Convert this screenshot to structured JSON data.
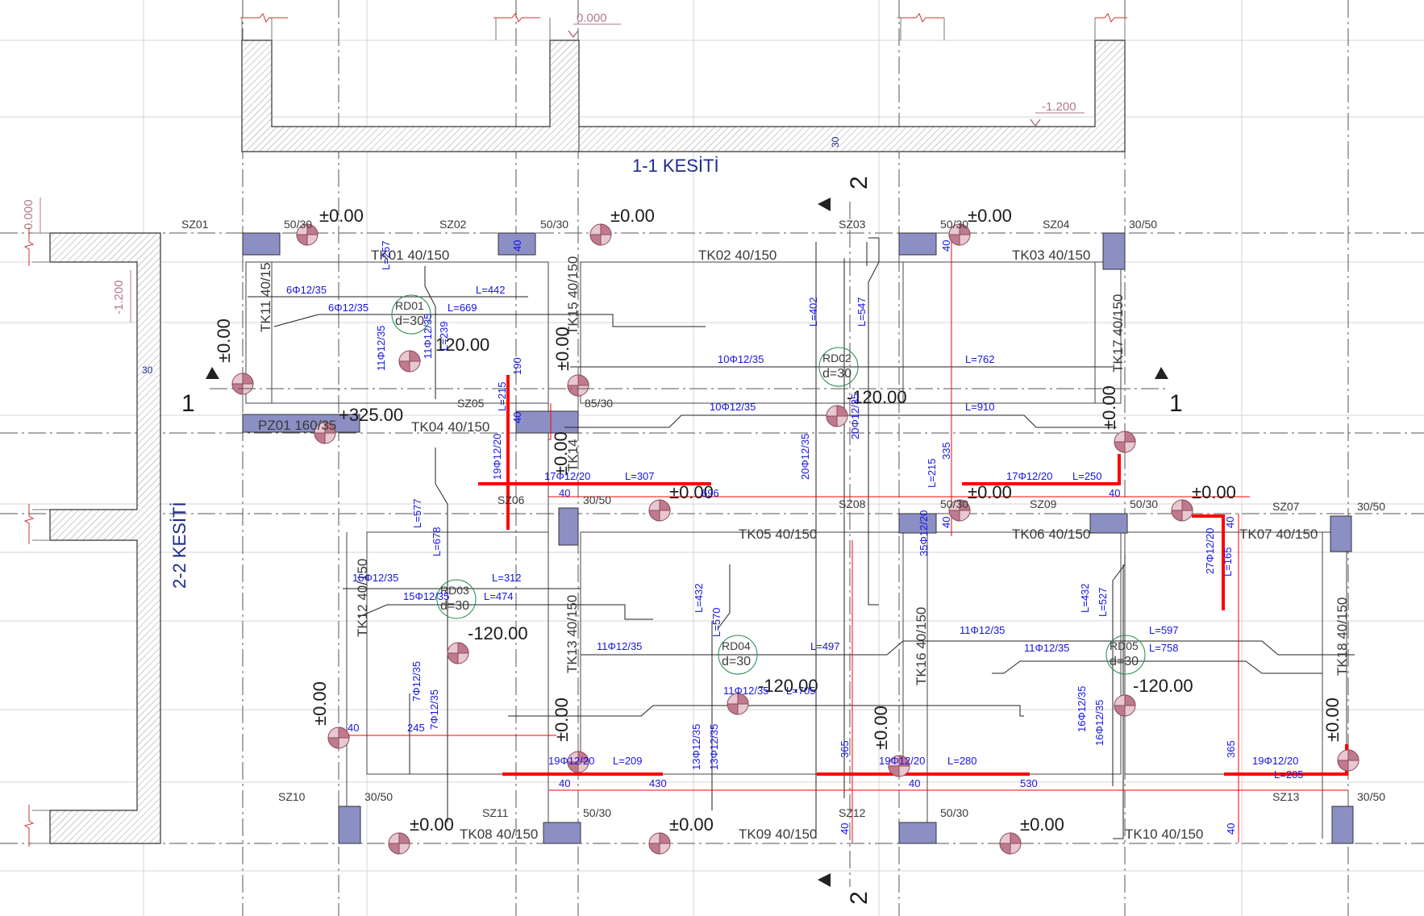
{
  "drawing": {
    "section_1_title": "1-1 KESİTİ",
    "section_2_title": "2-2 KESİTİ",
    "section_marks": {
      "s1": "1",
      "s2": "2"
    },
    "colors": {
      "beam": "#8b8fc4",
      "concrete_hatch": "#c8c8c8",
      "rebar": "#1414e6",
      "bar_highlight": "#ff0000",
      "elevation_mark": "#b07a86",
      "grid": "#cfcfcf",
      "text": "#1a1a1a"
    },
    "elevations": {
      "zero": "0.000",
      "pit": "-1.200"
    },
    "section_dims": {
      "wall_thickness": "30"
    },
    "columns": [
      {
        "id": "SZ01",
        "size": "50/30"
      },
      {
        "id": "SZ02",
        "size": "50/30"
      },
      {
        "id": "SZ03",
        "size": "50/30"
      },
      {
        "id": "SZ04",
        "size": "30/50"
      },
      {
        "id": "SZ05",
        "size": "85/30"
      },
      {
        "id": "SZ06",
        "size": "30/50"
      },
      {
        "id": "SZ08",
        "size": "50/30"
      },
      {
        "id": "SZ09",
        "size": "50/30"
      },
      {
        "id": "SZ07",
        "size": "30/50"
      },
      {
        "id": "SZ10",
        "size": "30/50"
      },
      {
        "id": "SZ11",
        "size": "50/30"
      },
      {
        "id": "SZ12",
        "size": "50/30"
      },
      {
        "id": "SZ13",
        "size": "30/50"
      }
    ],
    "beams": {
      "TK01": "TK01 40/150",
      "TK02": "TK02 40/150",
      "TK03": "TK03 40/150",
      "TK04": "TK04 40/150",
      "TK05": "TK05 40/150",
      "TK06": "TK06 40/150",
      "TK07": "TK07 40/150",
      "TK08": "TK08 40/150",
      "TK09": "TK09 40/150",
      "TK10": "TK10 40/150",
      "TK11": "TK11 40/15",
      "TK12": "TK12 40/150",
      "TK13": "TK13 40/150",
      "TK14": "TK14",
      "TK15": "TK15 40/150",
      "TK16": "TK16 40/150",
      "TK17": "TK17 40/150",
      "TK18": "TK18 40/150",
      "PZ01": "PZ01 160/35"
    },
    "slabs": [
      {
        "id": "RD01",
        "d": "d=30"
      },
      {
        "id": "RD02",
        "d": "d=30"
      },
      {
        "id": "RD03",
        "d": "d=30"
      },
      {
        "id": "RD04",
        "d": "d=30"
      },
      {
        "id": "RD05",
        "d": "d=30"
      }
    ],
    "levels": {
      "zero": "±0.00",
      "pit": "-120.00",
      "up": "+325.00",
      "pit_cut": "120.00"
    },
    "rebars": {
      "r1": "6Φ12/35",
      "L442": "L=442",
      "r2": "6Φ12/35",
      "L669": "L=669",
      "r3": "10Φ12/35",
      "L762": "L=762",
      "r4": "10Φ12/35",
      "L910": "L=910",
      "r5": "17Φ12/20",
      "L307": "L=307",
      "r6": "17Φ12/20",
      "L250": "L=250",
      "r7": "15Φ12/35",
      "L312": "L=312",
      "r8": "15Φ12/35",
      "L474": "L=474",
      "r9": "11Φ12/35",
      "L497": "L=497",
      "r10": "11Φ12/35",
      "L597": "L=597",
      "r11": "11Φ12/35",
      "L758": "L=758",
      "r12": "11Φ12/35",
      "L705": "L=705",
      "r13": "19Φ12/20",
      "L209": "L=209",
      "r14": "19Φ12/20",
      "L280": "L=280",
      "r15": "19Φ12/20",
      "L205": "L=205",
      "v1": "11Φ12/35",
      "v2": "11Φ12/35",
      "v3": "19Φ12/20",
      "v4": "20Φ12/35",
      "v5": "20Φ12/35",
      "v6": "35Φ12/20",
      "v7": "27Φ12/20",
      "v8": "7Φ12/35",
      "v9": "7Φ12/35",
      "v10": "13Φ12/35",
      "v11": "13Φ12/35",
      "v12": "16Φ12/35",
      "v13": "16Φ12/35",
      "Lv1": "L=257",
      "Lv2": "L=239",
      "Lv3": "L=215",
      "Lv4": "L=402",
      "Lv5": "L=547",
      "Lv6": "L=215",
      "Lv7": "L=577",
      "Lv8": "L=678",
      "Lv9": "L=432",
      "Lv10": "L=570",
      "Lv11": "L=432",
      "Lv12": "L=527",
      "Lv13": "L=165"
    },
    "dims": {
      "d40": "40",
      "d190": "190",
      "d335": "335",
      "d245": "245",
      "d430": "430",
      "d530": "530",
      "d365": "365",
      "d30": "30",
      "d696": "696"
    }
  }
}
